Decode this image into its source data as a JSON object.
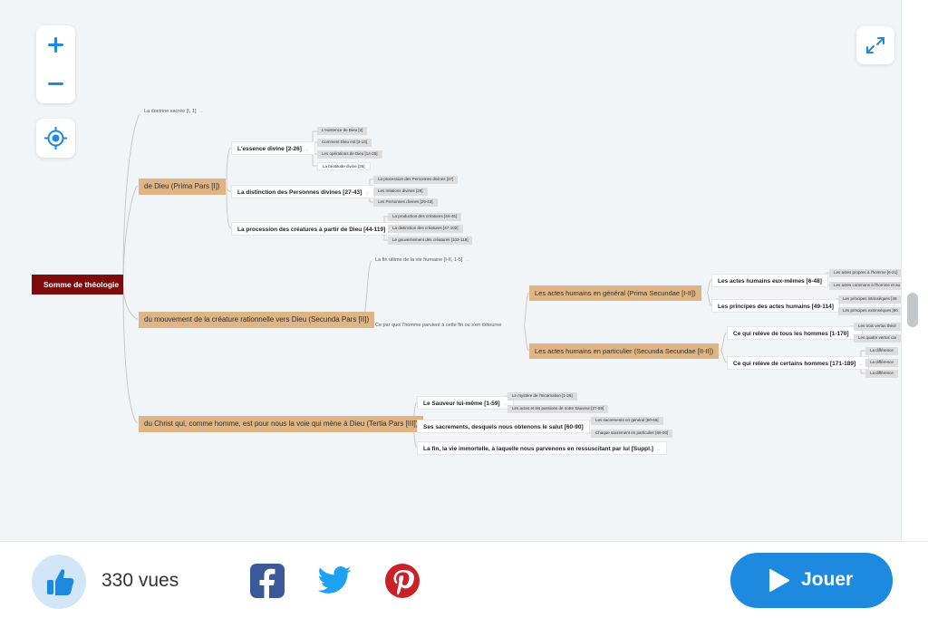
{
  "map": {
    "root": "Somme de théologie",
    "doctrine": "La doctrine sacrée [I, 1]",
    "prima": {
      "label": "de Dieu (Prima Pars [I])",
      "essence": {
        "label": "L'essence divine [2-26]",
        "items": [
          "L'existence de Dieu [2]",
          "Comment Dieu est [3-13]",
          "Les opérations de Dieu [14-25]",
          "La béatitude divine [26]"
        ]
      },
      "personnes": {
        "label": "La distinction des Personnes divines [27-43]",
        "items": [
          "La procession des Personnes divines [27]",
          "Les relations divines [28]",
          "Les Personnes divines [29-43]"
        ]
      },
      "creatures": {
        "label": "La procession des créatures à partir de Dieu [44-119]",
        "items": [
          "La production des créatures [44-46]",
          "La distinction des créatures [47-102]",
          "Le gouvernement des créatures [103-119]"
        ]
      }
    },
    "secunda": {
      "label": "du mouvement de la créature rationnelle vers Dieu (Secunda Pars [II])",
      "fin": "La fin ultime de la vie humaine [I-II, 1-5]",
      "moyen": "Ce par quoi l'homme parvient à cette fin ou s'en détourne",
      "general": {
        "label": "Les actes humains en général (Prima Secundae [I-II])",
        "actes": {
          "label": "Les actes humains eux-mêmes [6-48]",
          "items": [
            "Les actes propres à l'homme [6-21]",
            "Les actes communs à l'homme et au"
          ]
        },
        "principes": {
          "label": "Les principes des actes humains [49-114]",
          "items": [
            "Les principes intrinsèques [49",
            "Les principes extrinsèques [90"
          ]
        }
      },
      "particulier": {
        "label": "Les actes humains en particulier (Secunda Secundae [II-II])",
        "tous": {
          "label": "Ce qui relève de tous les hommes [1-170]",
          "items": [
            "Les trois vertus théol",
            "Les quatre vertus car"
          ]
        },
        "certains": {
          "label": "Ce qui relève de certains hommes [171-189]",
          "items": [
            "La différence",
            "La différence",
            "La différence"
          ]
        }
      }
    },
    "tertia": {
      "label": "du Christ qui, comme homme, est pour nous la voie qui mène à Dieu (Tertia Pars [III])",
      "sauveur": {
        "label": "Le Sauveur lui-même [1-59]",
        "items": [
          "Le mystère de l'Incarnation [1-26]",
          "Les actes et les passions de notre Sauveur [27-59]"
        ]
      },
      "sacrements": {
        "label": "Ses sacrements, desquels nous obtenons le salut [60-90]",
        "items": [
          "Les sacrements en général [60-65]",
          "Chaque sacrement en particulier [66-90]"
        ]
      },
      "fin": "La fin, la vie immortelle, à laquelle nous parvenons en ressuscitant par lui [Suppl.]"
    }
  },
  "footer": {
    "views": "330 vues",
    "play": "Jouer"
  },
  "icons": {
    "like": "thumbs-up-icon",
    "facebook": "facebook-icon",
    "twitter": "twitter-icon",
    "pinterest": "pinterest-icon",
    "play": "play-icon",
    "zoom_in": "plus-icon",
    "zoom_out": "minus-icon",
    "locate": "crosshair-icon",
    "fullscreen": "expand-icon"
  },
  "colors": {
    "accent": "#1d8ae0",
    "root": "#7e0c0c",
    "branch": "#dfb585",
    "facebook": "#3b5998",
    "twitter": "#1da1f2",
    "pinterest": "#cb2027"
  }
}
